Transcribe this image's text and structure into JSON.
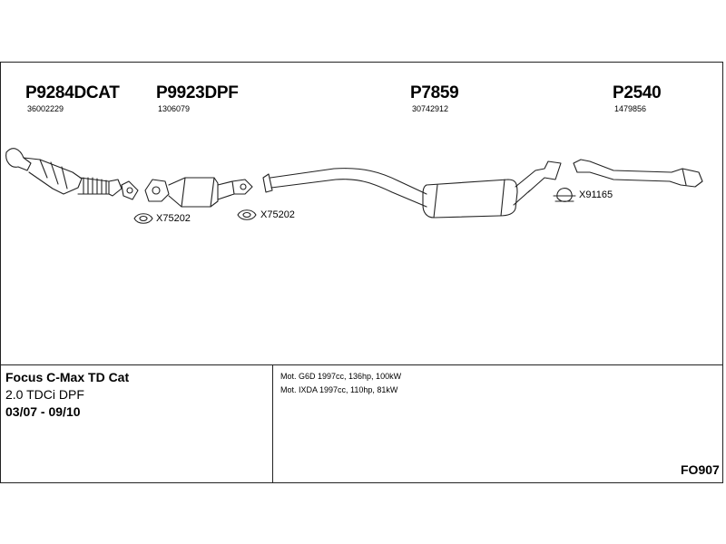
{
  "parts": [
    {
      "code": "P9284DCAT",
      "ref": "36002229"
    },
    {
      "code": "P9923DPF",
      "ref": "1306079"
    },
    {
      "code": "P7859",
      "ref": "30742912"
    },
    {
      "code": "P2540",
      "ref": "1479856"
    }
  ],
  "accessories": [
    "X75202",
    "X75202",
    "X91165"
  ],
  "vehicle": {
    "model": "Focus C-Max TD Cat",
    "engine": "2.0 TDCi DPF",
    "years": "03/07 - 09/10"
  },
  "engines": [
    "Mot. G6D 1997cc, 136hp, 100kW",
    "Mot. IXDA 1997cc, 110hp, 81kW"
  ],
  "kit_code": "FO907"
}
